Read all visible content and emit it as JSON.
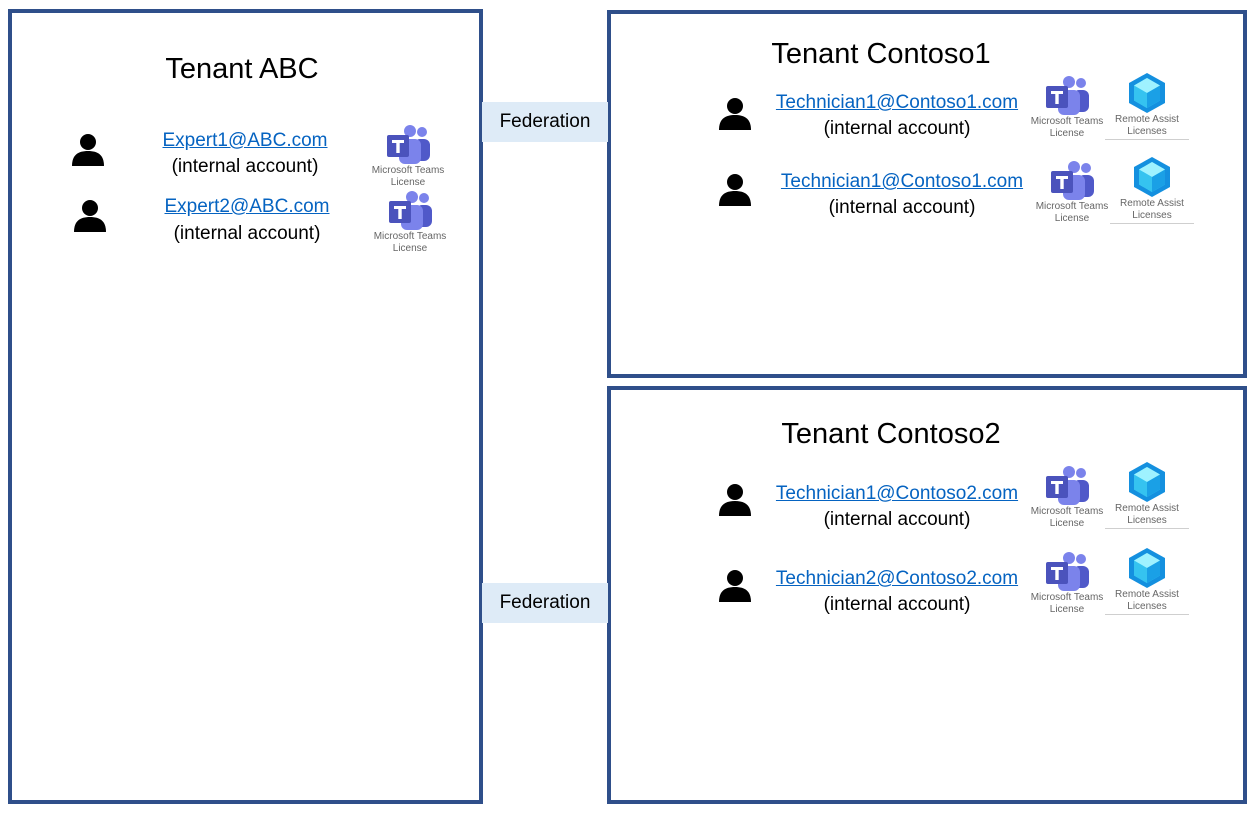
{
  "federation_label": "Federation",
  "license_labels": {
    "teams": "Microsoft Teams License",
    "remote_assist": "Remote Assist Licenses"
  },
  "tenants": [
    {
      "title": "Tenant ABC",
      "users": [
        {
          "email": "Expert1@ABC.com",
          "account": "(internal account)"
        },
        {
          "email": "Expert2@ABC.com",
          "account": "(internal account)"
        }
      ]
    },
    {
      "title": "Tenant Contoso1",
      "users": [
        {
          "email": "Technician1@Contoso1.com",
          "account": "(internal account)"
        },
        {
          "email": "Technician1@Contoso1.com",
          "account": "(internal account)"
        }
      ]
    },
    {
      "title": "Tenant Contoso2",
      "users": [
        {
          "email": "Technician1@Contoso2.com",
          "account": "(internal account)"
        },
        {
          "email": "Technician2@Contoso2.com",
          "account": "(internal account)"
        }
      ]
    }
  ],
  "colors": {
    "border": "#2f4f8a",
    "link": "#0563c1",
    "federation_bg": "#deebf7",
    "teams_purple": "#5059c9",
    "remote_assist_blue": "#1aa0e6"
  }
}
